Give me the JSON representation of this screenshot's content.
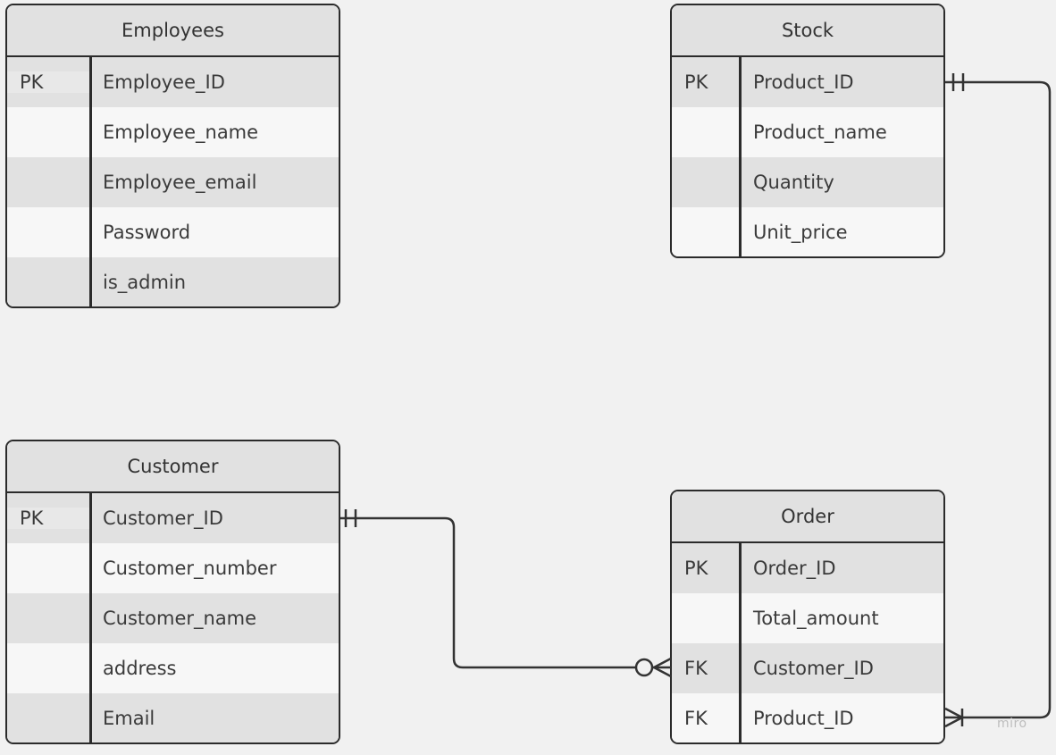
{
  "entities": {
    "employees": {
      "title": "Employees",
      "rows": [
        {
          "key": "PK",
          "name": "Employee_ID"
        },
        {
          "key": "",
          "name": "Employee_name"
        },
        {
          "key": "",
          "name": "Employee_email"
        },
        {
          "key": "",
          "name": "Password"
        },
        {
          "key": "",
          "name": "is_admin"
        }
      ]
    },
    "stock": {
      "title": "Stock",
      "rows": [
        {
          "key": "PK",
          "name": "Product_ID"
        },
        {
          "key": "",
          "name": "Product_name"
        },
        {
          "key": "",
          "name": "Quantity"
        },
        {
          "key": "",
          "name": "Unit_price"
        }
      ]
    },
    "customer": {
      "title": "Customer",
      "rows": [
        {
          "key": "PK",
          "name": "Customer_ID"
        },
        {
          "key": "",
          "name": "Customer_number"
        },
        {
          "key": "",
          "name": "Customer_name"
        },
        {
          "key": "",
          "name": "address"
        },
        {
          "key": "",
          "name": "Email"
        }
      ]
    },
    "order": {
      "title": "Order",
      "rows": [
        {
          "key": "PK",
          "name": "Order_ID"
        },
        {
          "key": "",
          "name": "Total_amount"
        },
        {
          "key": "FK",
          "name": "Customer_ID"
        },
        {
          "key": "FK",
          "name": "Product_ID"
        }
      ]
    }
  },
  "relationships": [
    {
      "from": "customer.Customer_ID",
      "from_cardinality": "exactly-one",
      "to": "order.Customer_ID",
      "to_cardinality": "zero-or-many"
    },
    {
      "from": "stock.Product_ID",
      "from_cardinality": "exactly-one",
      "to": "order.Product_ID",
      "to_cardinality": "one-or-many"
    }
  ],
  "watermark": "miro",
  "colors": {
    "background": "#f1f1f1",
    "header": "#e1e1e1",
    "row_alt": "#e1e1e1",
    "border": "#2b2b2b"
  }
}
